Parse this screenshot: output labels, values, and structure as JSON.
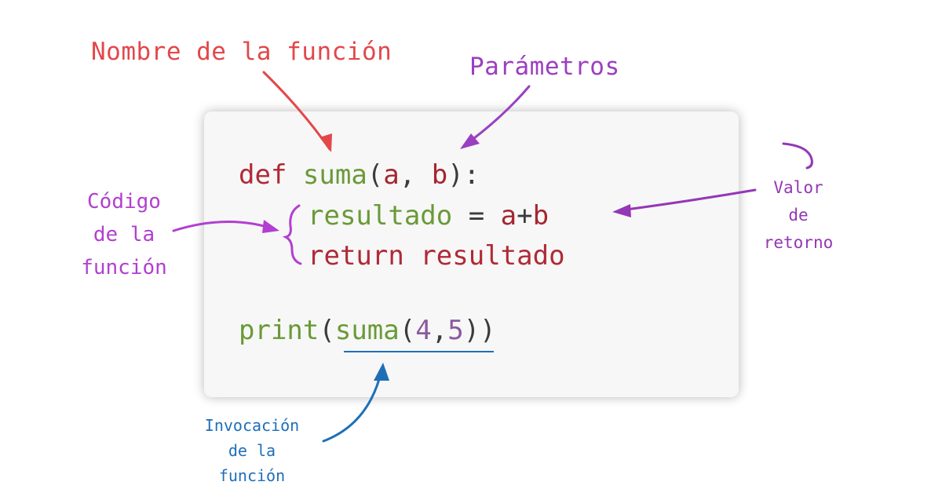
{
  "annotations": {
    "function_name": "Nombre de la función",
    "parameters": "Parámetros",
    "function_code": [
      "Código",
      "de la",
      "función"
    ],
    "return_value": [
      "Valor",
      "de",
      "retorno"
    ],
    "invocation": [
      "Invocación",
      "de la",
      "función"
    ]
  },
  "code": {
    "line1": {
      "kw": "def",
      "name": "suma",
      "open": "(",
      "a": "a",
      "comma": ", ",
      "b": "b",
      "close": "):"
    },
    "line2": {
      "var": "resultado",
      "eq": " = ",
      "a": "a",
      "plus": "+",
      "b": "b"
    },
    "line3": {
      "kw": "return",
      "var": "resultado"
    },
    "line4": {
      "print": "print",
      "open": "(",
      "call": "suma",
      "paren": "(",
      "n1": "4",
      "comma": ",",
      "n2": "5",
      "close": "))"
    }
  },
  "colors": {
    "function_name": "#e3474a",
    "parameters": "#9b3fc1",
    "function_code": "#b23fd0",
    "return_value": "#9437b5",
    "invocation": "#1f6fb8",
    "code_background": "#f7f7f7"
  }
}
